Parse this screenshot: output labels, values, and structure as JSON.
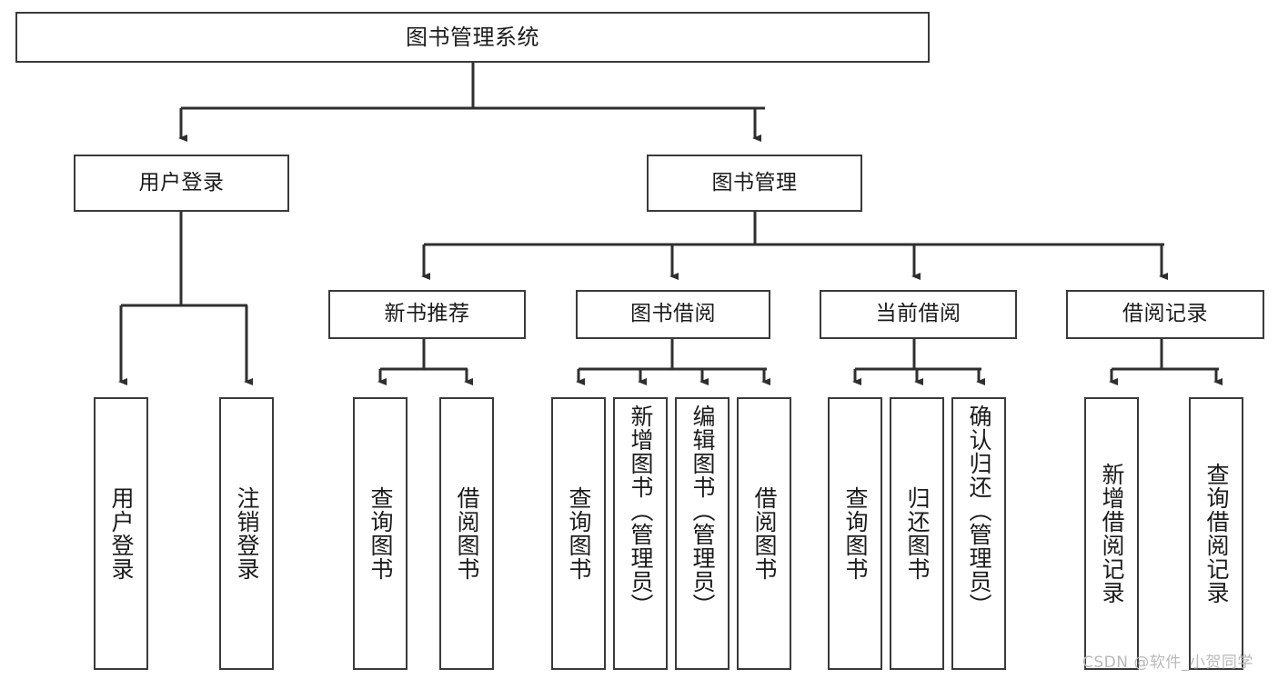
{
  "diagram": {
    "title": "图书管理系统",
    "type": "tree-hierarchy",
    "watermark": "CSDN @软件_小贺同学",
    "colors": {
      "background": "#ffffff",
      "border": "#3a3a3a",
      "text": "#1b1b1b",
      "edge": "#2f2f2f",
      "watermark": "#b9b9b9"
    },
    "levels": {
      "root": "图书管理系统",
      "level2": [
        "用户登录",
        "图书管理"
      ],
      "level3": [
        "新书推荐",
        "图书借阅",
        "当前借阅",
        "借阅记录"
      ]
    },
    "nodes": {
      "root": {
        "label": "图书管理系统"
      },
      "user_login": {
        "label": "用户登录"
      },
      "book_manage": {
        "label": "图书管理"
      },
      "new_book_rec": {
        "label": "新书推荐"
      },
      "book_borrow": {
        "label": "图书借阅"
      },
      "current_borrow": {
        "label": "当前借阅"
      },
      "borrow_record": {
        "label": "借阅记录"
      },
      "leaf_user_login": {
        "label": "用户登录"
      },
      "leaf_user_logout": {
        "label": "注销登录"
      },
      "leaf_rec_query": {
        "label": "查询图书"
      },
      "leaf_rec_borrow": {
        "label": "借阅图书"
      },
      "leaf_borrow_query": {
        "label": "查询图书"
      },
      "leaf_borrow_add": {
        "label": "新增图书（管理员）"
      },
      "leaf_borrow_edit": {
        "label": "编辑图书（管理员）"
      },
      "leaf_borrow_lend": {
        "label": "借阅图书"
      },
      "leaf_cur_query": {
        "label": "查询图书"
      },
      "leaf_cur_return": {
        "label": "归还图书"
      },
      "leaf_cur_confirm": {
        "label": "确认归还（管理员）"
      },
      "leaf_rec_add": {
        "label": "新增借阅记录"
      },
      "leaf_rec_search": {
        "label": "查询借阅记录"
      }
    },
    "edges": [
      {
        "from": "root",
        "to": "user_login"
      },
      {
        "from": "root",
        "to": "book_manage"
      },
      {
        "from": "user_login",
        "to": "leaf_user_login"
      },
      {
        "from": "user_login",
        "to": "leaf_user_logout"
      },
      {
        "from": "book_manage",
        "to": "new_book_rec"
      },
      {
        "from": "book_manage",
        "to": "book_borrow"
      },
      {
        "from": "book_manage",
        "to": "current_borrow"
      },
      {
        "from": "book_manage",
        "to": "borrow_record"
      },
      {
        "from": "new_book_rec",
        "to": "leaf_rec_query"
      },
      {
        "from": "new_book_rec",
        "to": "leaf_rec_borrow"
      },
      {
        "from": "book_borrow",
        "to": "leaf_borrow_query"
      },
      {
        "from": "book_borrow",
        "to": "leaf_borrow_add"
      },
      {
        "from": "book_borrow",
        "to": "leaf_borrow_edit"
      },
      {
        "from": "book_borrow",
        "to": "leaf_borrow_lend"
      },
      {
        "from": "current_borrow",
        "to": "leaf_cur_query"
      },
      {
        "from": "current_borrow",
        "to": "leaf_cur_return"
      },
      {
        "from": "current_borrow",
        "to": "leaf_cur_confirm"
      },
      {
        "from": "borrow_record",
        "to": "leaf_rec_add"
      },
      {
        "from": "borrow_record",
        "to": "leaf_rec_search"
      }
    ]
  }
}
